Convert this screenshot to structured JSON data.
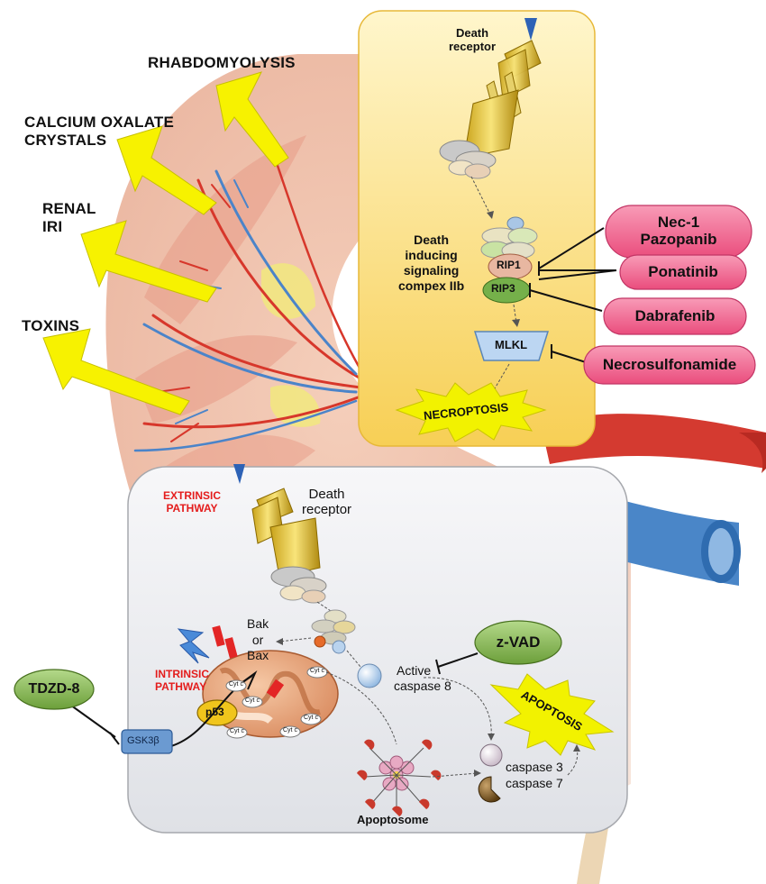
{
  "insults": {
    "rhabdo": "RHABDOMYOLYSIS",
    "calcium_1": "CALCIUM OXALATE",
    "calcium_2": "CRYSTALS",
    "renal_1": "RENAL",
    "renal_2": "IRI",
    "toxins": "TOXINS"
  },
  "necroptosis_panel": {
    "death_receptor_1": "Death",
    "death_receptor_2": "receptor",
    "disc_1": "Death",
    "disc_2": "inducing",
    "disc_3": "signaling",
    "disc_4": "compex IIb",
    "rip1": "RIP1",
    "rip3": "RIP3",
    "mlkl": "MLKL",
    "outcome": "NECROPTOSIS"
  },
  "necroptosis_inhibitors": {
    "nec1_1": "Nec-1",
    "nec1_2": "Pazopanib",
    "ponatinib": "Ponatinib",
    "dabrafenib": "Dabrafenib",
    "necrosulfonamide": "Necrosulfonamide"
  },
  "apoptosis_panel": {
    "extrinsic_1": "EXTRINSIC",
    "extrinsic_2": "PATHWAY",
    "death_receptor_1": "Death",
    "death_receptor_2": "receptor",
    "bak": "Bak",
    "or": "or",
    "bax": "Bax",
    "intrinsic_1": "INTRINSIC",
    "intrinsic_2": "PATHWAY",
    "p53": "p53",
    "cytc": "Cyt c",
    "active_caspase_1": "Active",
    "active_caspase_2": "caspase 8",
    "caspase3": "caspase 3",
    "caspase7": "caspase 7",
    "apoptosome": "Apoptosome",
    "outcome": "APOPTOSIS",
    "gsk": "GSK3β"
  },
  "apoptosis_inhibitors": {
    "zvad": "z-VAD",
    "tdzd": "TDZD-8"
  },
  "colors": {
    "pink_pill": "#f0628f",
    "green_pill": "#7fb24a",
    "yellow_panel": "#fbd86a",
    "grey_panel": "#e9eaee",
    "lightning": "#f7f200",
    "red_label": "#e41c1c"
  }
}
